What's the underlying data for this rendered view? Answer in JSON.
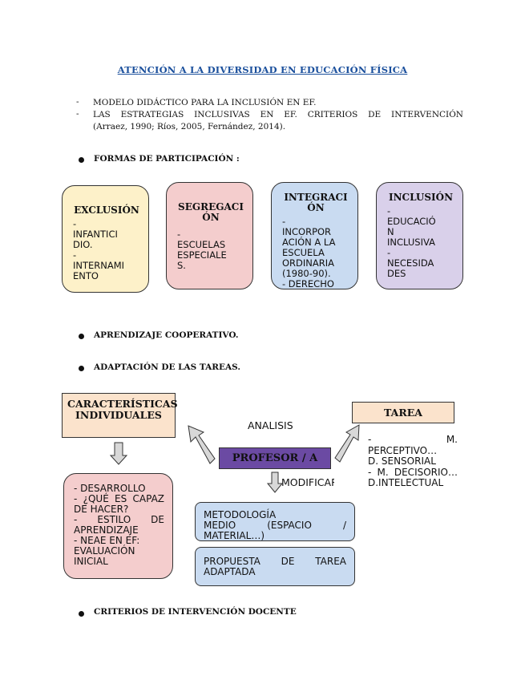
{
  "title": "ATENCIÓN A LA DIVERSIDAD EN EDUCACIÓN FÍSICA ",
  "list": [
    {
      "dash": "-",
      "text": "MODELO DIDÁCTICO PARA LA INCLUSIÓN EN EF."
    },
    {
      "dash": "-",
      "text": "LAS ESTRATEGIAS INCLUSIVAS EN EF. CRITERIOS DE INTERVENCIÓN",
      "text2": "(Arraez, 1990; Ríos, 2005, Fernández, 2014)."
    }
  ],
  "bullets": {
    "participacion": "FORMAS DE PARTICIPACIÓN :",
    "cooperativo": "APRENDIZAJE COOPERATIVO.",
    "adaptacion": "ADAPTACIÓN DE LAS TAREAS.",
    "criterios": "CRITERIOS DE INTERVENCIÓN DOCENTE"
  },
  "cards": [
    {
      "title": "EXCLUSIÓN",
      "body": "-\nINFANTICI\nDIO.\n-\nINTERNAMI\nENTO",
      "color": "#fdf1c9"
    },
    {
      "title": "SEGREGACIÓN",
      "body": "-\nESCUELAS\nESPECIALE\nS.",
      "color": "#f4cdcd"
    },
    {
      "title": "INTEGRACIÓN",
      "body": "-\nINCORPOR\nACIÓN A LA\nESCUELA\nORDINARIA\n(1980-90).\n- DERECHO",
      "color": "#c9dbf1"
    },
    {
      "title": "INCLUSIÓN",
      "body": "-\nEDUCACIÓ\nN\nINCLUSIVA\n-\nNECESIDA\nDES",
      "color": "#d9d0ea"
    }
  ],
  "diagram": {
    "caracteristicas": "CARACTERÍSTICAS INDIVIDUALES",
    "tarea": "TAREA",
    "profesor": "PROFESOR / A",
    "analisis": "ANALISIS",
    "modificar": "MODIFICAR",
    "desarrollo_lines": [
      "- DESARROLLO",
      "- ¿QUÉ ES CAPAZ DE HACER?",
      "- ESTILO DE APRENDIZAJE",
      "- NEAE EN EF: EVALUACIÓN INICIAL"
    ],
    "tarea_lines": [
      "- M. PERCEPTIVO…",
      "D. SENSORIAL",
      "- M. DECISORIO…",
      "D.INTELECTUAL"
    ],
    "metodologia_lines": [
      "METODOLOGÍA",
      "MEDIO (ESPACIO / MATERIAL…)"
    ],
    "propuesta": "PROPUESTA DE TAREA ADAPTADA",
    "colors": {
      "caracteristicas": "#fbe3cc",
      "tarea": "#fbe3cc",
      "profesor": "#6b4aa3",
      "desarrollo": "#f4cdcd",
      "metodologia": "#c9dbf1"
    }
  }
}
